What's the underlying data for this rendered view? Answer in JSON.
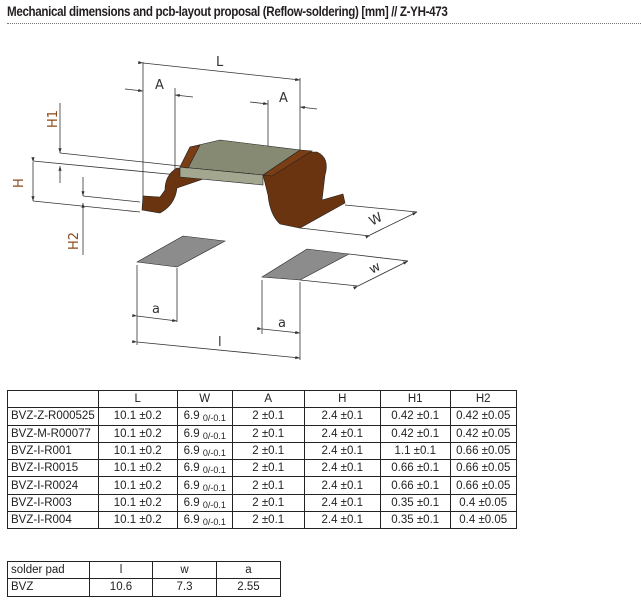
{
  "title": "Mechanical dimensions and pcb-layout proposal (Reflow-soldering) [mm] // Z-YH-473",
  "drawing_labels": {
    "L": "L",
    "A1": "A",
    "A2": "A",
    "H": "H",
    "H1": "H1",
    "H2": "H2",
    "W": "W",
    "w": "w",
    "a1": "a",
    "a2": "a",
    "l": "l"
  },
  "colors": {
    "body": "#868a72",
    "terminal": "#6b3410",
    "pad": "#8c8c8c"
  },
  "dimensions_table": {
    "headers": [
      "",
      "L",
      "W",
      "A",
      "H",
      "H1",
      "H2"
    ],
    "rows": [
      {
        "part": "BVZ-Z-R000525",
        "L": "10.1 ±0.2",
        "W": "6.9",
        "W_tol": "0/-0.1",
        "A": "2 ±0.1",
        "H": "2.4 ±0.1",
        "H1": "0.42 ±0.1",
        "H2": "0.42 ±0.05"
      },
      {
        "part": "BVZ-M-R00077",
        "L": "10.1 ±0.2",
        "W": "6.9",
        "W_tol": "0/-0.1",
        "A": "2 ±0.1",
        "H": "2.4 ±0.1",
        "H1": "0.42 ±0.1",
        "H2": "0.42 ±0.05"
      },
      {
        "part": "BVZ-I-R001",
        "L": "10.1 ±0.2",
        "W": "6.9",
        "W_tol": "0/-0.1",
        "A": "2 ±0.1",
        "H": "2.4 ±0.1",
        "H1": "1.1 ±0.1",
        "H2": "0.66 ±0.05"
      },
      {
        "part": "BVZ-I-R0015",
        "L": "10.1 ±0.2",
        "W": "6.9",
        "W_tol": "0/-0.1",
        "A": "2 ±0.1",
        "H": "2.4 ±0.1",
        "H1": "0.66 ±0.1",
        "H2": "0.66 ±0.05"
      },
      {
        "part": "BVZ-I-R0024",
        "L": "10.1 ±0.2",
        "W": "6.9",
        "W_tol": "0/-0.1",
        "A": "2 ±0.1",
        "H": "2.4 ±0.1",
        "H1": "0.66 ±0.1",
        "H2": "0.66 ±0.05"
      },
      {
        "part": "BVZ-I-R003",
        "L": "10.1 ±0.2",
        "W": "6.9",
        "W_tol": "0/-0.1",
        "A": "2 ±0.1",
        "H": "2.4 ±0.1",
        "H1": "0.35 ±0.1",
        "H2": "0.4 ±0.05"
      },
      {
        "part": "BVZ-I-R004",
        "L": "10.1 ±0.2",
        "W": "6.9",
        "W_tol": "0/-0.1",
        "A": "2 ±0.1",
        "H": "2.4 ±0.1",
        "H1": "0.35 ±0.1",
        "H2": "0.4 ±0.05"
      }
    ]
  },
  "solder_pad_table": {
    "headers": [
      "solder pad",
      "l",
      "w",
      "a"
    ],
    "rows": [
      {
        "part": "BVZ",
        "l": "10.6",
        "w": "7.3",
        "a": "2.55"
      }
    ]
  }
}
